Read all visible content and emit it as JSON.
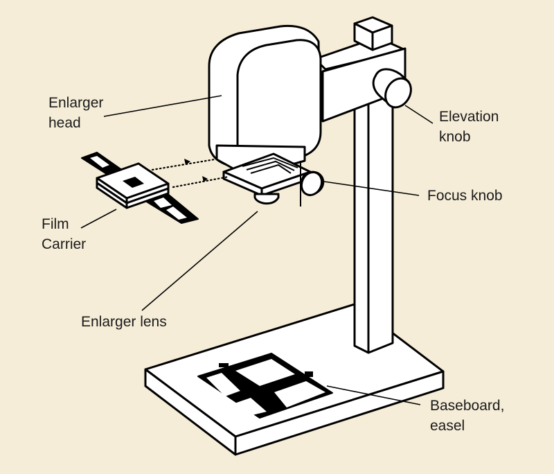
{
  "diagram": {
    "title": "Darkroom photographic enlarger",
    "colors": {
      "background": "#f5edd8",
      "line": "#000000",
      "fill": "#ffffff"
    },
    "labels": {
      "enlarger_head": [
        "Enlarger",
        "head"
      ],
      "film_carrier": [
        "Film",
        "Carrier"
      ],
      "enlarger_lens": [
        "Enlarger lens"
      ],
      "elevation_knob": [
        "Elevation",
        "knob"
      ],
      "focus_knob": [
        "Focus knob"
      ],
      "baseboard_easel": [
        "Baseboard,",
        "easel"
      ]
    }
  }
}
